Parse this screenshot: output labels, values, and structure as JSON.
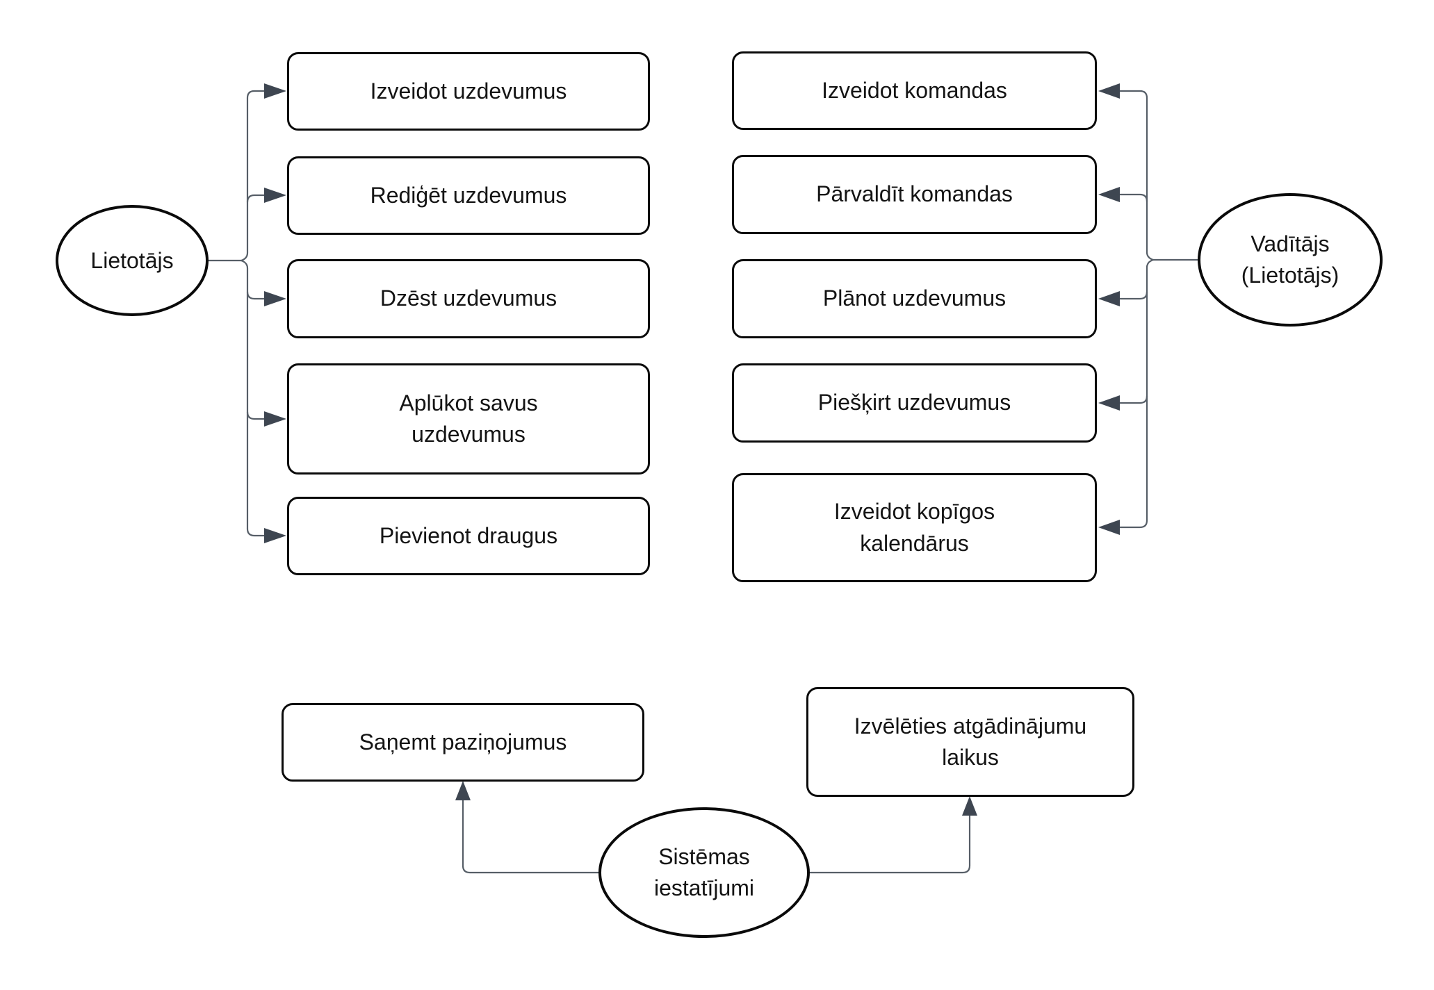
{
  "diagram": {
    "actor_left": {
      "label": "Lietotājs"
    },
    "actor_right": {
      "label": "Vadītājs\n(Lietotājs)"
    },
    "actor_bottom": {
      "label": "Sistēmas\niestatījumi"
    },
    "left_usecases": [
      {
        "label": "Izveidot uzdevumus"
      },
      {
        "label": "Rediģēt uzdevumus"
      },
      {
        "label": "Dzēst uzdevumus"
      },
      {
        "label": "Aplūkot savus\nuzdevumus"
      },
      {
        "label": "Pievienot draugus"
      }
    ],
    "right_usecases": [
      {
        "label": "Izveidot komandas"
      },
      {
        "label": "Pārvaldīt komandas"
      },
      {
        "label": "Plānot uzdevumus"
      },
      {
        "label": "Piešķirt uzdevumus"
      },
      {
        "label": "Izveidot kopīgos\nkalendārus"
      }
    ],
    "bottom_usecases": [
      {
        "label": "Saņemt paziņojumus"
      },
      {
        "label": "Izvēlēties atgādinājumu\nlaikus"
      }
    ],
    "colors": {
      "node_border": "#0a0a0a",
      "connector": "#565e67",
      "arrowhead": "#3e4651",
      "text": "#141414",
      "background": "#ffffff"
    }
  }
}
